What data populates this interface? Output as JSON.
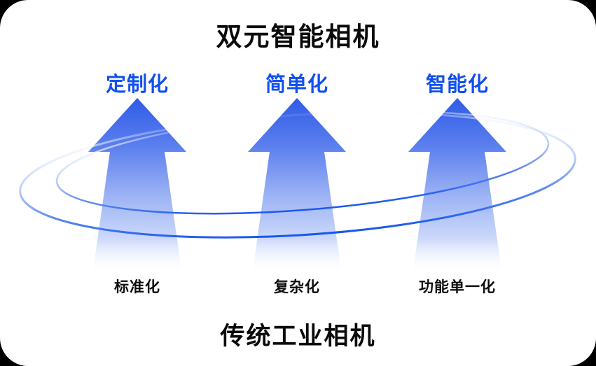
{
  "header": {
    "title": "双元智能相机"
  },
  "footer": {
    "title": "传统工业相机"
  },
  "columns": [
    {
      "top_label": "定制化",
      "bottom_label": "标准化"
    },
    {
      "top_label": "简单化",
      "bottom_label": "复杂化"
    },
    {
      "top_label": "智能化",
      "bottom_label": "功能单一化"
    }
  ],
  "icons": {
    "arrows": "up-arrow-icon",
    "rings": "orbit-rings"
  },
  "colors": {
    "accent_text_blue": "#1150ee",
    "arrow_top_blue": "#2f5be7",
    "arrow_fade_bottom": "#ffffff",
    "ring_blue": "#1a57ee",
    "title_black": "#0a0a0a",
    "card_background": "#ffffff"
  }
}
